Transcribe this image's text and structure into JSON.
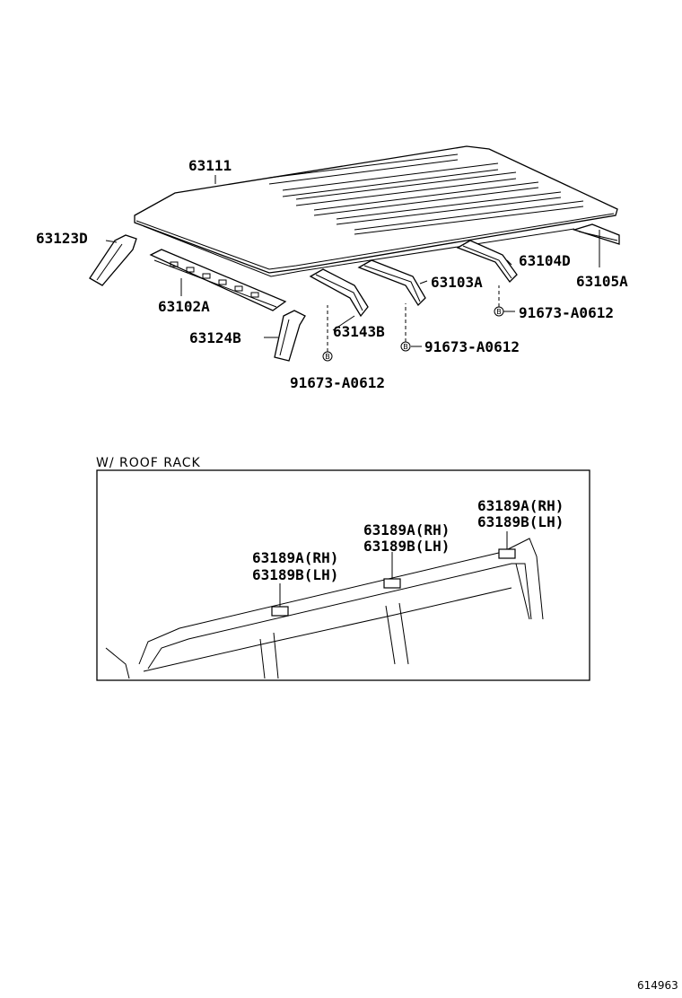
{
  "labels": {
    "roof_panel": "63111",
    "bow_front": "63123D",
    "reinforcement": "63102A",
    "bow_rear_left": "63124B",
    "roof_bow_143b": "63143B",
    "roof_bow_103a": "63103A",
    "roof_bow_104d": "63104D",
    "rail_105a": "63105A",
    "clip_1": "91673-A0612",
    "clip_2": "91673-A0612",
    "clip_3": "91673-A0612",
    "clip_marker": "B"
  },
  "roof_rack": {
    "caption": "W/ ROOF  RACK",
    "left_rh": "63189A(RH)",
    "left_lh": "63189B(LH)",
    "mid_rh": "63189A(RH)",
    "mid_lh": "63189B(LH)",
    "right_rh": "63189A(RH)",
    "right_lh": "63189B(LH)"
  },
  "plate_id": "614963"
}
